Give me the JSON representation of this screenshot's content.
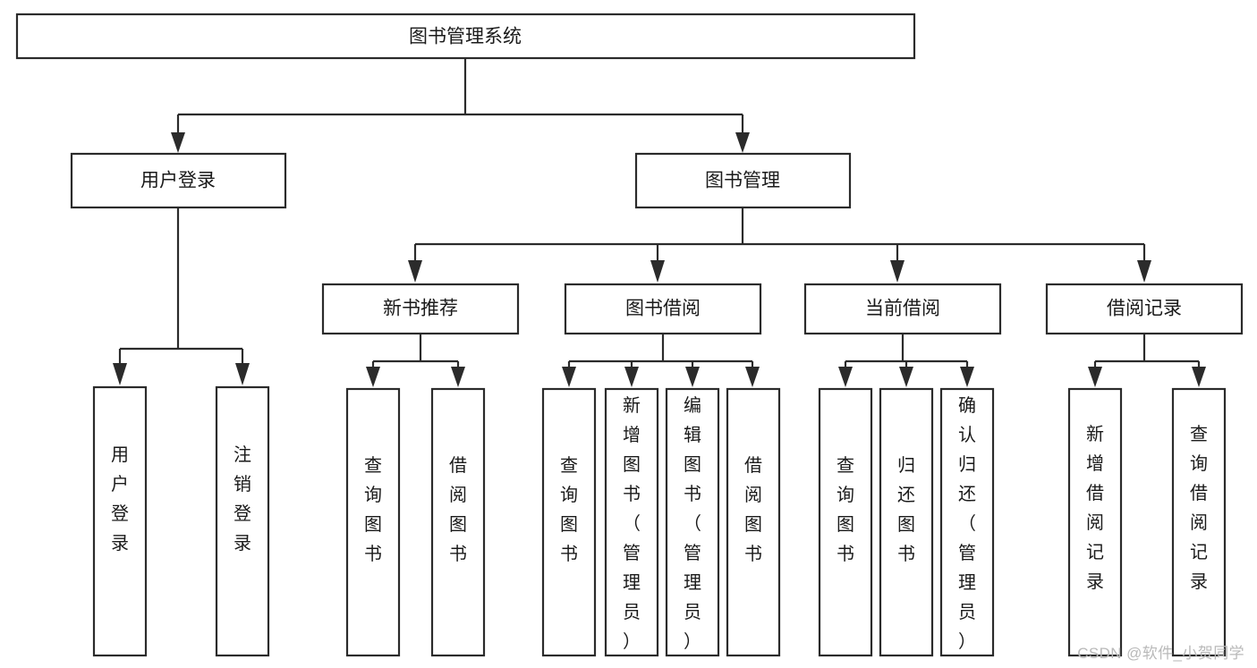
{
  "diagram": {
    "type": "tree-hierarchy",
    "title": "图书管理系统",
    "watermark": "CSDN @软件_小贺同学",
    "levels": {
      "root": {
        "label": "图书管理系统"
      },
      "level2": [
        {
          "label": "用户登录"
        },
        {
          "label": "图书管理"
        }
      ],
      "level3": [
        {
          "label": "新书推荐"
        },
        {
          "label": "图书借阅"
        },
        {
          "label": "当前借阅"
        },
        {
          "label": "借阅记录"
        }
      ]
    },
    "leaves": {
      "user_login": [
        {
          "label": "用户登录"
        },
        {
          "label": "注销登录"
        }
      ],
      "new_book_recommend": [
        {
          "label": "查询图书"
        },
        {
          "label": "借阅图书"
        }
      ],
      "book_borrow": [
        {
          "label": "查询图书"
        },
        {
          "label": "新增图书（管理员）"
        },
        {
          "label": "编辑图书（管理员）"
        },
        {
          "label": "借阅图书"
        }
      ],
      "current_borrow": [
        {
          "label": "查询图书"
        },
        {
          "label": "归还图书"
        },
        {
          "label": "确认归还（管理员）"
        }
      ],
      "borrow_record": [
        {
          "label": "新增借阅记录"
        },
        {
          "label": "查询借阅记录"
        }
      ]
    },
    "colors": {
      "box_stroke": "#2b2b2b",
      "box_fill": "#ffffff",
      "text": "#1a1a1a",
      "background": "#ffffff",
      "watermark": "#b9b9b9"
    }
  }
}
